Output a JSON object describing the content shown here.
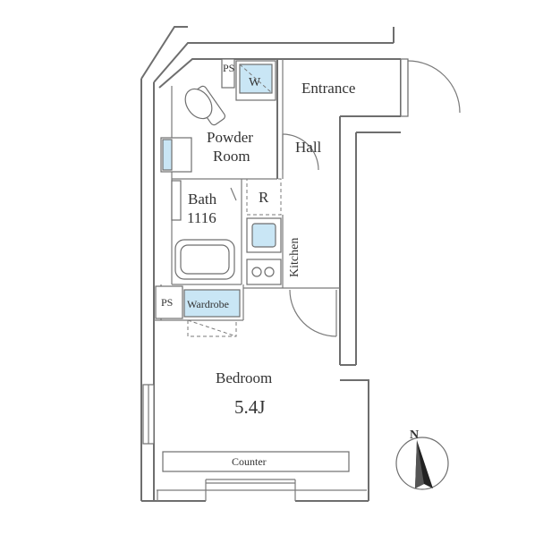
{
  "rooms": {
    "entrance": "Entrance",
    "powder_room_line1": "Powder",
    "powder_room_line2": "Room",
    "hall": "Hall",
    "bath_line1": "Bath",
    "bath_line2": "1116",
    "refrigerator": "R",
    "kitchen": "Kitchen",
    "ps_top": "PS",
    "washer": "W",
    "ps_left": "PS",
    "wardrobe": "Wardrobe",
    "bedroom": "Bedroom",
    "bedroom_size": "5.4J",
    "counter": "Counter"
  },
  "compass": {
    "north_label": "N"
  },
  "colors": {
    "fixture_blue": "#c9e6f5",
    "wall": "#6e6e6e",
    "text": "#333333"
  }
}
